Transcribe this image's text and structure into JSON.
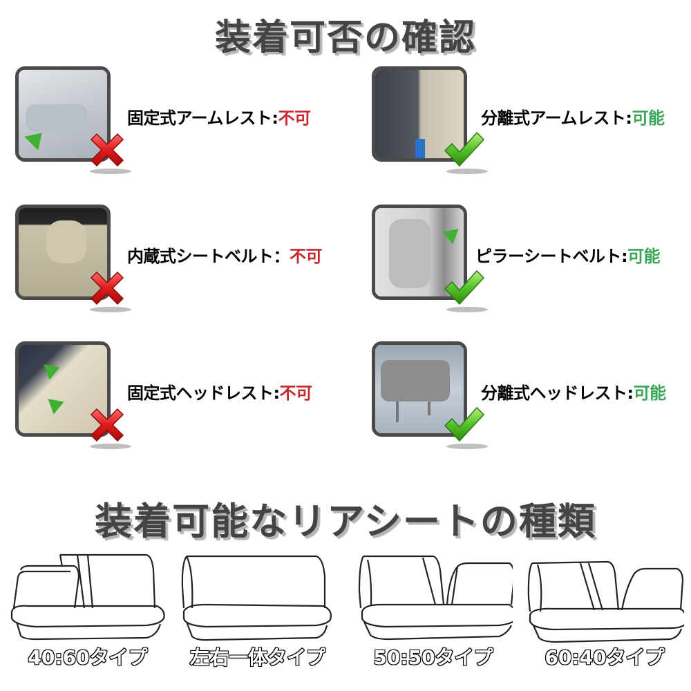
{
  "section1": {
    "title": "装着可否の確認",
    "items": [
      {
        "feature": "固定式アームレスト",
        "separator": ":",
        "status": "不可",
        "result": "not-compatible",
        "photo": "fixed-armrest-photo",
        "badge": "red-x-icon"
      },
      {
        "feature": "分離式アームレスト",
        "separator": ":",
        "status": "可能",
        "result": "compatible",
        "photo": "separate-armrest-photo",
        "badge": "green-check-icon"
      },
      {
        "feature": "内蔵式シートベルト",
        "separator": "：",
        "status": "不可",
        "result": "not-compatible",
        "photo": "built-in-seatbelt-photo",
        "badge": "red-x-icon"
      },
      {
        "feature": "ピラーシートベルト",
        "separator": ":",
        "status": "可能",
        "result": "compatible",
        "photo": "pillar-seatbelt-photo",
        "badge": "green-check-icon"
      },
      {
        "feature": "固定式ヘッドレスト",
        "separator": ":",
        "status": "不可",
        "result": "not-compatible",
        "photo": "fixed-headrest-photo",
        "badge": "red-x-icon"
      },
      {
        "feature": "分離式ヘッドレスト",
        "separator": ":",
        "status": "可能",
        "result": "compatible",
        "photo": "separate-headrest-photo",
        "badge": "green-check-icon"
      }
    ]
  },
  "section2": {
    "title": "装着可能なリアシートの種類",
    "seat_types": [
      {
        "label": "40:60タイプ"
      },
      {
        "label": "左右一体タイプ"
      },
      {
        "label": "50:50タイプ"
      },
      {
        "label": "60:40タイプ"
      }
    ]
  },
  "colors": {
    "title_text": "#444444",
    "not_compatible": "#c8272e",
    "compatible": "#3aa655",
    "thumb_border": "#4a4a4a"
  }
}
